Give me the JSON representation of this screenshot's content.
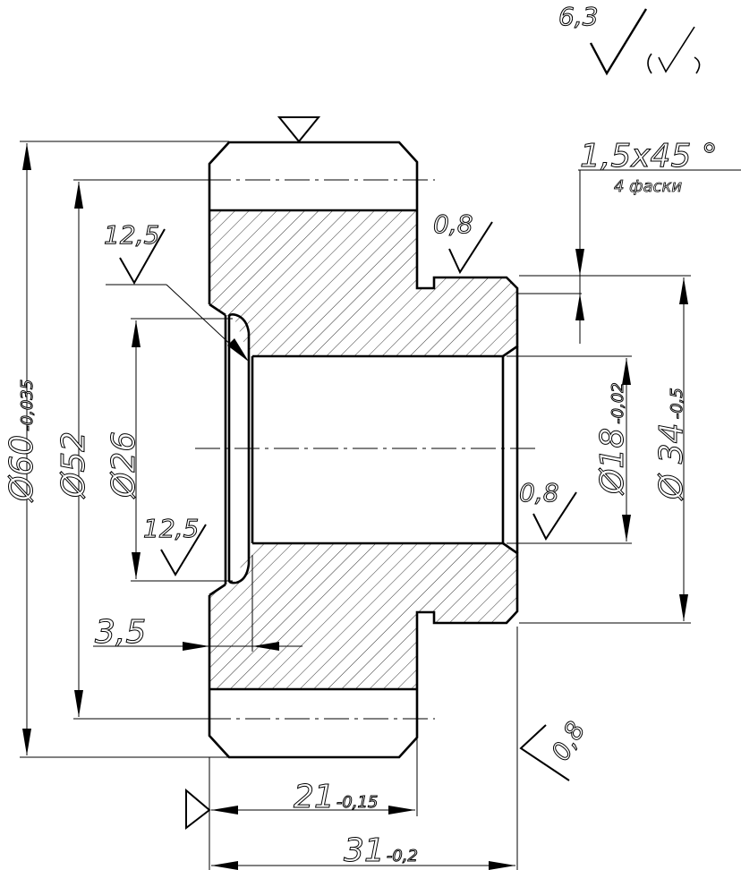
{
  "dimensions": {
    "dia_60": "Ø60",
    "dia_60_tol": "-0,035",
    "dia_52": "Ø52",
    "dia_26": "Ø26",
    "dia_18": "Ø18",
    "dia_18_tol": "-0,02",
    "dia_34": "Ø 34",
    "dia_34_tol": "-0,5",
    "len_21": "21",
    "len_21_tol": "-0,15",
    "len_31": "31",
    "len_31_tol": "-0,2",
    "len_3_5": "3,5"
  },
  "chamfer": {
    "size": "1,5x45 °",
    "note": "4 фаски"
  },
  "roughness": {
    "general": "6,3",
    "left_top": "12,5",
    "left_bottom": "12,5",
    "hub_top": "0,8",
    "bore": "0,8",
    "right_face": "0,8"
  }
}
